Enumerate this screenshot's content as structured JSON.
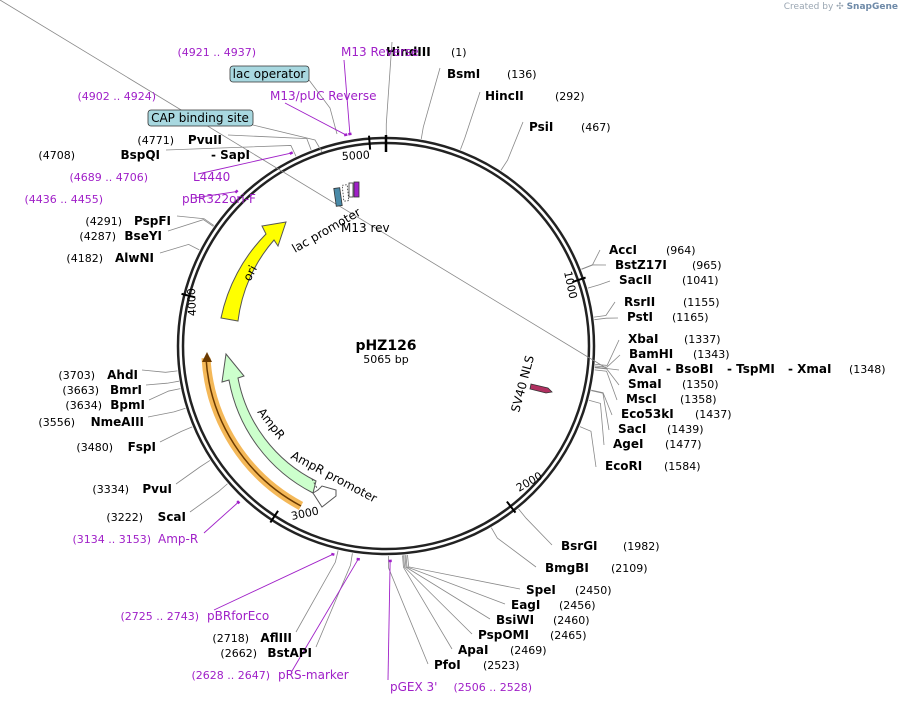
{
  "credit": {
    "prefix": "Created by",
    "brand": "SnapGene"
  },
  "plasmid": {
    "name": "pHZ126",
    "length_label": "5065 bp",
    "length": 5065
  },
  "ticks": [
    "1000",
    "2000",
    "3000",
    "4000",
    "5000"
  ],
  "enzymes": [
    {
      "name": "HindIII",
      "pos": "(1)"
    },
    {
      "name": "BsmI",
      "pos": "(136)"
    },
    {
      "name": "HincII",
      "pos": "(292)"
    },
    {
      "name": "PsiI",
      "pos": "(467)"
    },
    {
      "name": "AccI",
      "pos": "(964)"
    },
    {
      "name": "BstZ17I",
      "pos": "(965)"
    },
    {
      "name": "SacII",
      "pos": "(1041)"
    },
    {
      "name": "RsrII",
      "pos": "(1155)"
    },
    {
      "name": "PstI",
      "pos": "(1165)"
    },
    {
      "name": "XbaI",
      "pos": "(1337)"
    },
    {
      "name": "BamHI",
      "pos": "(1343)"
    },
    {
      "name": "AvaI",
      "pos": ""
    },
    {
      "name": "- BsoBI",
      "pos": ""
    },
    {
      "name": "- TspMI",
      "pos": ""
    },
    {
      "name": "- XmaI",
      "pos": "(1348)"
    },
    {
      "name": "SmaI",
      "pos": "(1350)"
    },
    {
      "name": "MscI",
      "pos": "(1358)"
    },
    {
      "name": "Eco53kI",
      "pos": "(1437)"
    },
    {
      "name": "SacI",
      "pos": "(1439)"
    },
    {
      "name": "AgeI",
      "pos": "(1477)"
    },
    {
      "name": "EcoRI",
      "pos": "(1584)"
    },
    {
      "name": "BsrGI",
      "pos": "(1982)"
    },
    {
      "name": "BmgBI",
      "pos": "(2109)"
    },
    {
      "name": "SpeI",
      "pos": "(2450)"
    },
    {
      "name": "EagI",
      "pos": "(2456)"
    },
    {
      "name": "BsiWI",
      "pos": "(2460)"
    },
    {
      "name": "PspOMI",
      "pos": "(2465)"
    },
    {
      "name": "ApaI",
      "pos": "(2469)"
    },
    {
      "name": "PfoI",
      "pos": "(2523)"
    },
    {
      "name": "BstAPI",
      "pos": "(2662)"
    },
    {
      "name": "AflIII",
      "pos": "(2718)"
    },
    {
      "name": "ScaI",
      "pos": "(3222)"
    },
    {
      "name": "PvuI",
      "pos": "(3334)"
    },
    {
      "name": "FspI",
      "pos": "(3480)"
    },
    {
      "name": "NmeAIII",
      "pos": "(3556)"
    },
    {
      "name": "BpmI",
      "pos": "(3634)"
    },
    {
      "name": "BmrI",
      "pos": "(3663)"
    },
    {
      "name": "AhdI",
      "pos": "(3703)"
    },
    {
      "name": "AlwNI",
      "pos": "(4182)"
    },
    {
      "name": "BseYI",
      "pos": "(4287)"
    },
    {
      "name": "PspFI",
      "pos": "(4291)"
    },
    {
      "name": "BspQI",
      "pos": "(4708)"
    },
    {
      "name": "- SapI",
      "pos": ""
    },
    {
      "name": "PvuII",
      "pos": "(4771)"
    }
  ],
  "primers": [
    {
      "name": "M13 Reverse",
      "pos": "(4921 .. 4937)"
    },
    {
      "name": "M13/pUC Reverse",
      "pos": "(4902 .. 4924)"
    },
    {
      "name": "L4440",
      "pos": "(4689 .. 4706)"
    },
    {
      "name": "pBR322ori-F",
      "pos": "(4436 .. 4455)"
    },
    {
      "name": "Amp-R",
      "pos": "(3134 .. 3153)"
    },
    {
      "name": "pBRforEco",
      "pos": "(2725 .. 2743)"
    },
    {
      "name": "pRS-marker",
      "pos": "(2628 .. 2647)"
    },
    {
      "name": "pGEX 3'",
      "pos": "(2506 .. 2528)"
    }
  ],
  "boxed_features": [
    {
      "name": "lac operator"
    },
    {
      "name": "CAP binding site"
    }
  ],
  "features": [
    {
      "name": "ori",
      "color": "#ffff00"
    },
    {
      "name": "AmpR",
      "color": "#ccffcc"
    },
    {
      "name": "AmpR promoter",
      "color": "#ffffff"
    },
    {
      "name": "lac promoter",
      "color": "#ffffff"
    },
    {
      "name": "M13 rev",
      "color": "#a020c8"
    },
    {
      "name": "SV40 NLS",
      "color": "#b03060"
    }
  ],
  "colors": {
    "primer": "#a020c8",
    "boxed_fill": "#a8d8e0",
    "ori": "#ffff00",
    "ampr": "#ccffcc",
    "ampr_highlight": "#f0a020",
    "backbone": "#222222"
  }
}
